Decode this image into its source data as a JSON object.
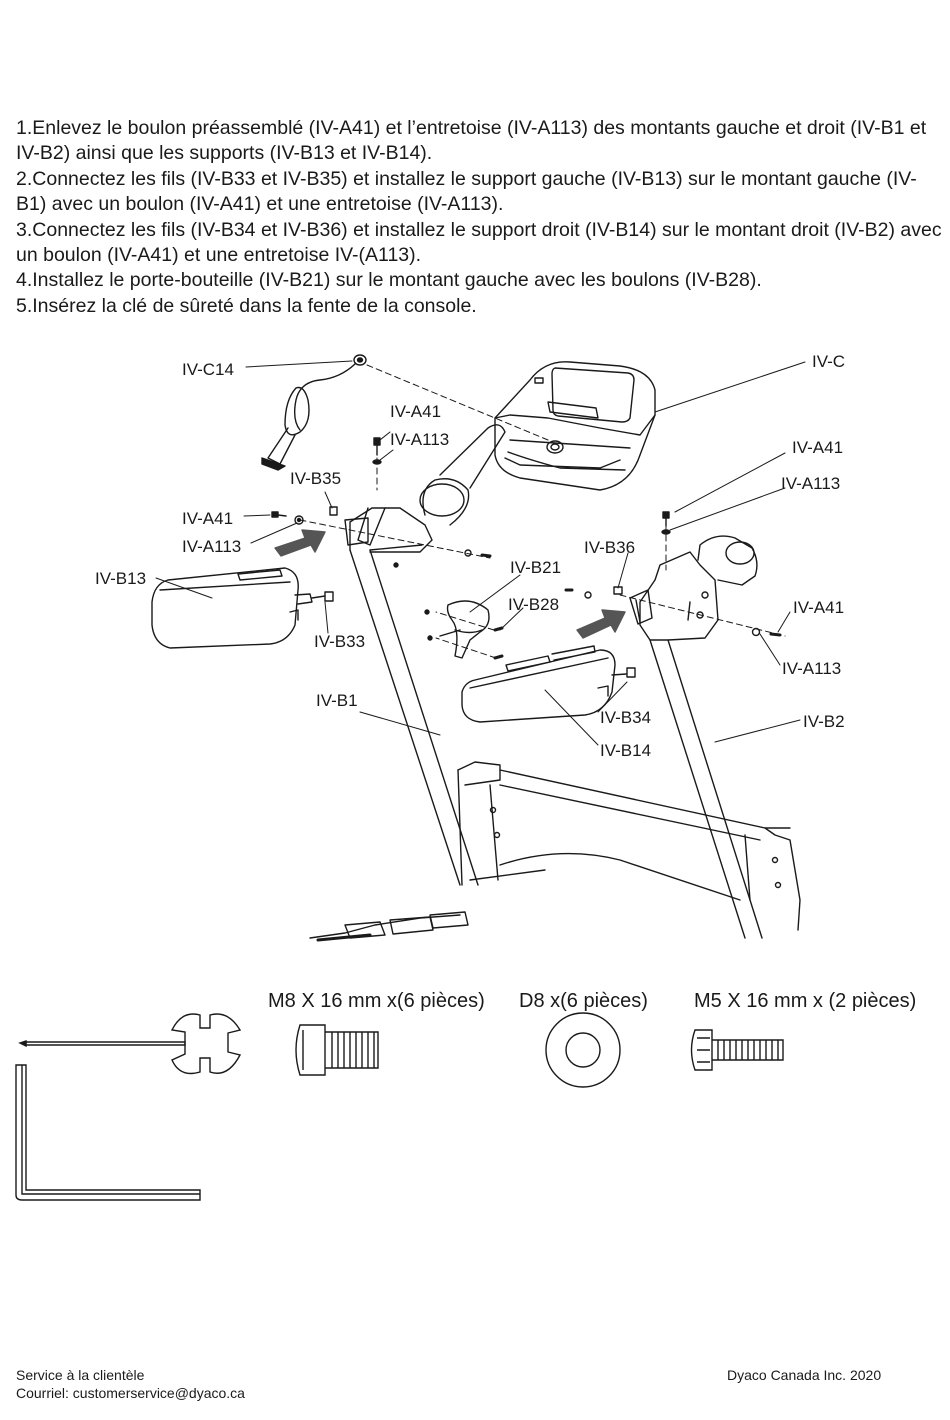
{
  "instructions": [
    "1.Enlevez le boulon préassemblé (IV-A41) et l’entretoise (IV-A113) des montants gauche et droit (IV-B1 et IV-B2) ainsi que les supports (IV-B13 et IV-B14).",
    "2.Connectez les fils (IV-B33 et IV-B35) et installez le support gauche (IV-B13) sur le montant gauche (IV-B1) avec un boulon (IV-A41) et une entretoise (IV-A113).",
    "3.Connectez les fils (IV-B34 et IV-B36) et installez le support droit (IV-B14) sur le montant droit (IV-B2) avec un boulon (IV-A41) et une entretoise IV-(A113).",
    "4.Installez le porte-bouteille (IV-B21) sur le montant gauche avec les boulons (IV-B28).",
    "5.Insérez la clé de sûreté dans la fente de la console."
  ],
  "diagram_labels": {
    "c14": "IV-C14",
    "c": "IV-C",
    "a41_top": "IV-A41",
    "a113_top": "IV-A113",
    "b35": "IV-B35",
    "a41_left": "IV-A41",
    "a113_left": "IV-A113",
    "b13": "IV-B13",
    "b33": "IV-B33",
    "b21": "IV-B21",
    "b28": "IV-B28",
    "b36": "IV-B36",
    "a41_right_top": "IV-A41",
    "a113_right_top": "IV-A113",
    "a41_right": "IV-A41",
    "a113_right": "IV-A113",
    "b1": "IV-B1",
    "b34": "IV-B34",
    "b14": "IV-B14",
    "b2": "IV-B2"
  },
  "hardware": {
    "bolt_m8": "M8 X 16 mm x(6 pièces)",
    "washer_d8": "D8 x(6 pièces)",
    "bolt_m5": "M5 X 16 mm x (2 pièces)"
  },
  "footer": {
    "service": "Service à la clientèle",
    "email": "Courriel: customerservice@dyaco.ca",
    "company": "Dyaco Canada Inc. 2020"
  }
}
